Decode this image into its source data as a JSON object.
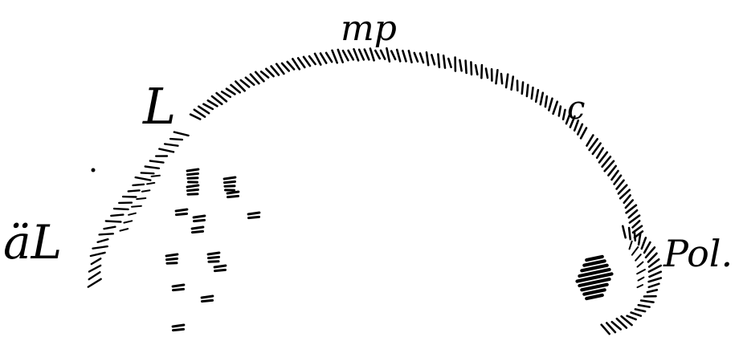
{
  "labels": {
    "mp": "mp",
    "L": "L",
    "c": "c",
    "aL": "äL",
    "pol": "Pol."
  },
  "colors": {
    "ink": "#000000",
    "paper": "#ffffff"
  }
}
